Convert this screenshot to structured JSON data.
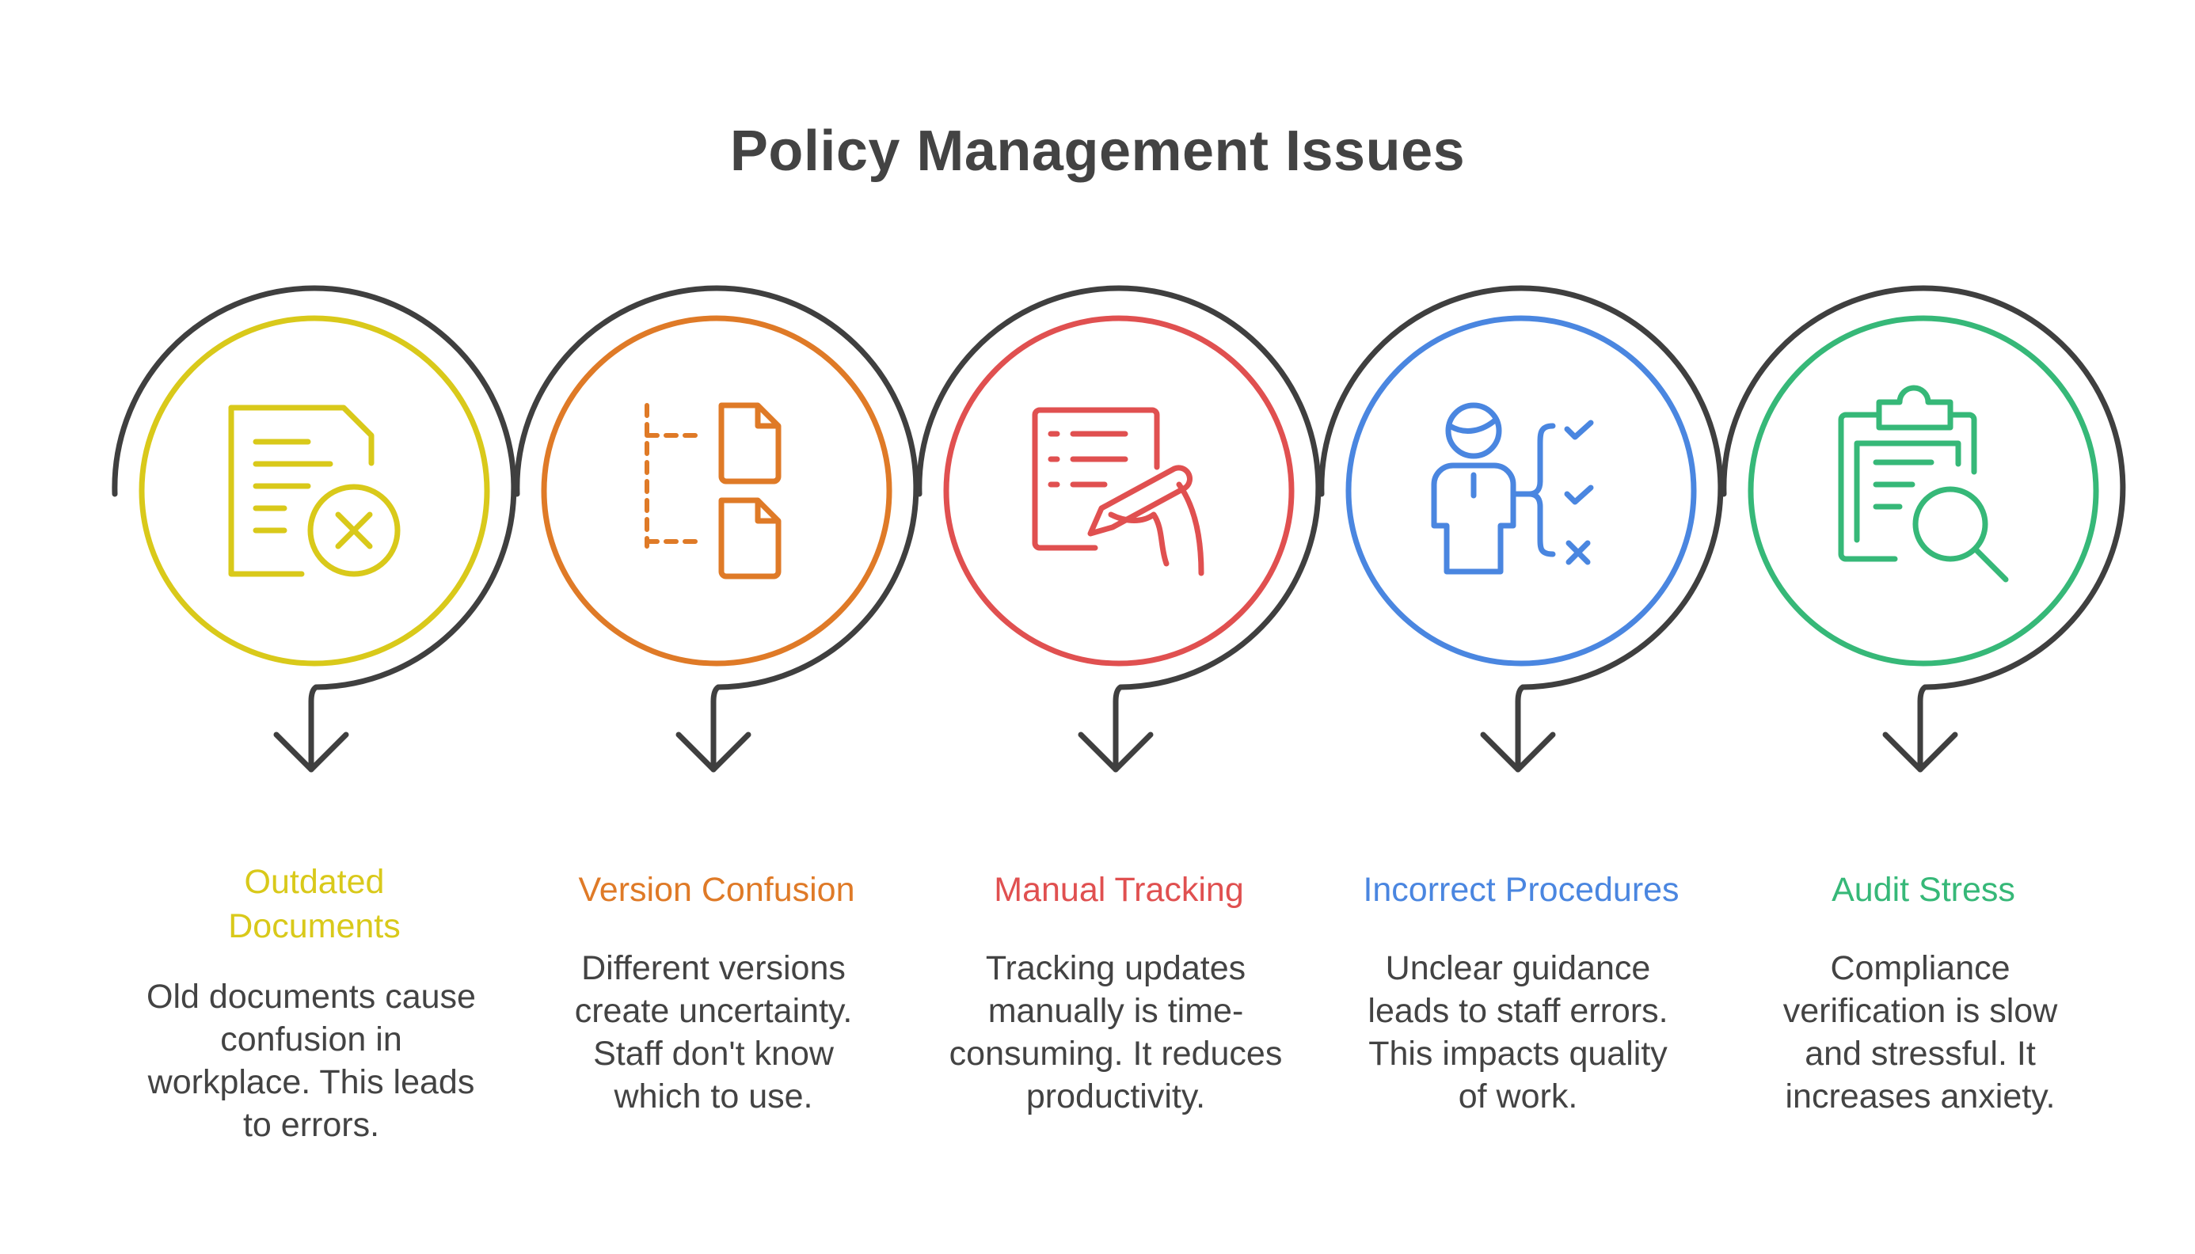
{
  "title": "Policy Management Issues",
  "colors": {
    "ring": "#3f3f3f",
    "text": "#434343"
  },
  "steps": [
    {
      "label": "Outdated Documents",
      "description": "Old documents cause confusion in workplace. This leads to errors.",
      "color": "#d9c91a",
      "icon": "document-x-icon"
    },
    {
      "label": "Version Confusion",
      "description": "Different versions create uncertainty. Staff don't know which to use.",
      "color": "#df7a27",
      "icon": "document-versions-icon"
    },
    {
      "label": "Manual Tracking",
      "description": "Tracking updates manually is time-consuming. It reduces productivity.",
      "color": "#e05050",
      "icon": "handwriting-list-icon"
    },
    {
      "label": "Incorrect Procedures",
      "description": "Unclear guidance leads to staff errors. This impacts quality of work.",
      "color": "#4a86e0",
      "icon": "person-checklist-icon"
    },
    {
      "label": "Audit Stress",
      "description": "Compliance verification is slow and stressful. It increases anxiety.",
      "color": "#36b878",
      "icon": "clipboard-search-icon"
    }
  ]
}
